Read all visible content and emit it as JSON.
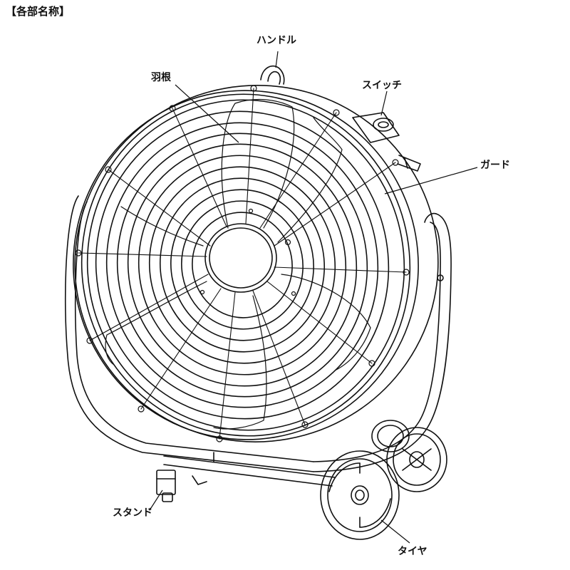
{
  "title": "【各部名称】",
  "labels": {
    "handle": "ハンドル",
    "blade": "羽根",
    "switch": "スイッチ",
    "guard": "ガード",
    "stand": "スタンド",
    "tire": "タイヤ"
  }
}
